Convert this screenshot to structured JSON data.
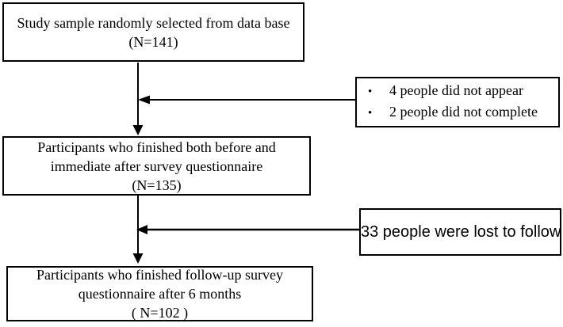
{
  "figure": {
    "type": "flowchart",
    "background_color": "#ffffff",
    "line_color": "#000000",
    "text_color": "#000000"
  },
  "boxes": {
    "study_sample": {
      "line1": "Study sample randomly selected from data base",
      "line2": "(N=141)"
    },
    "exclusion_first": {
      "bullets": [
        "4 people did not appear",
        "2 people did not complete"
      ]
    },
    "before_after": {
      "line1": "Participants who finished both before and",
      "line2": "immediate after survey questionnaire",
      "line3": "(N=135)"
    },
    "exclusion_second": {
      "text": "33 people were lost to follow"
    },
    "followup": {
      "line1": "Participants who finished follow-up survey",
      "line2": "questionnaire after 6 months",
      "line3": "( N=102 )"
    }
  },
  "icons": {
    "bullet": "•"
  }
}
